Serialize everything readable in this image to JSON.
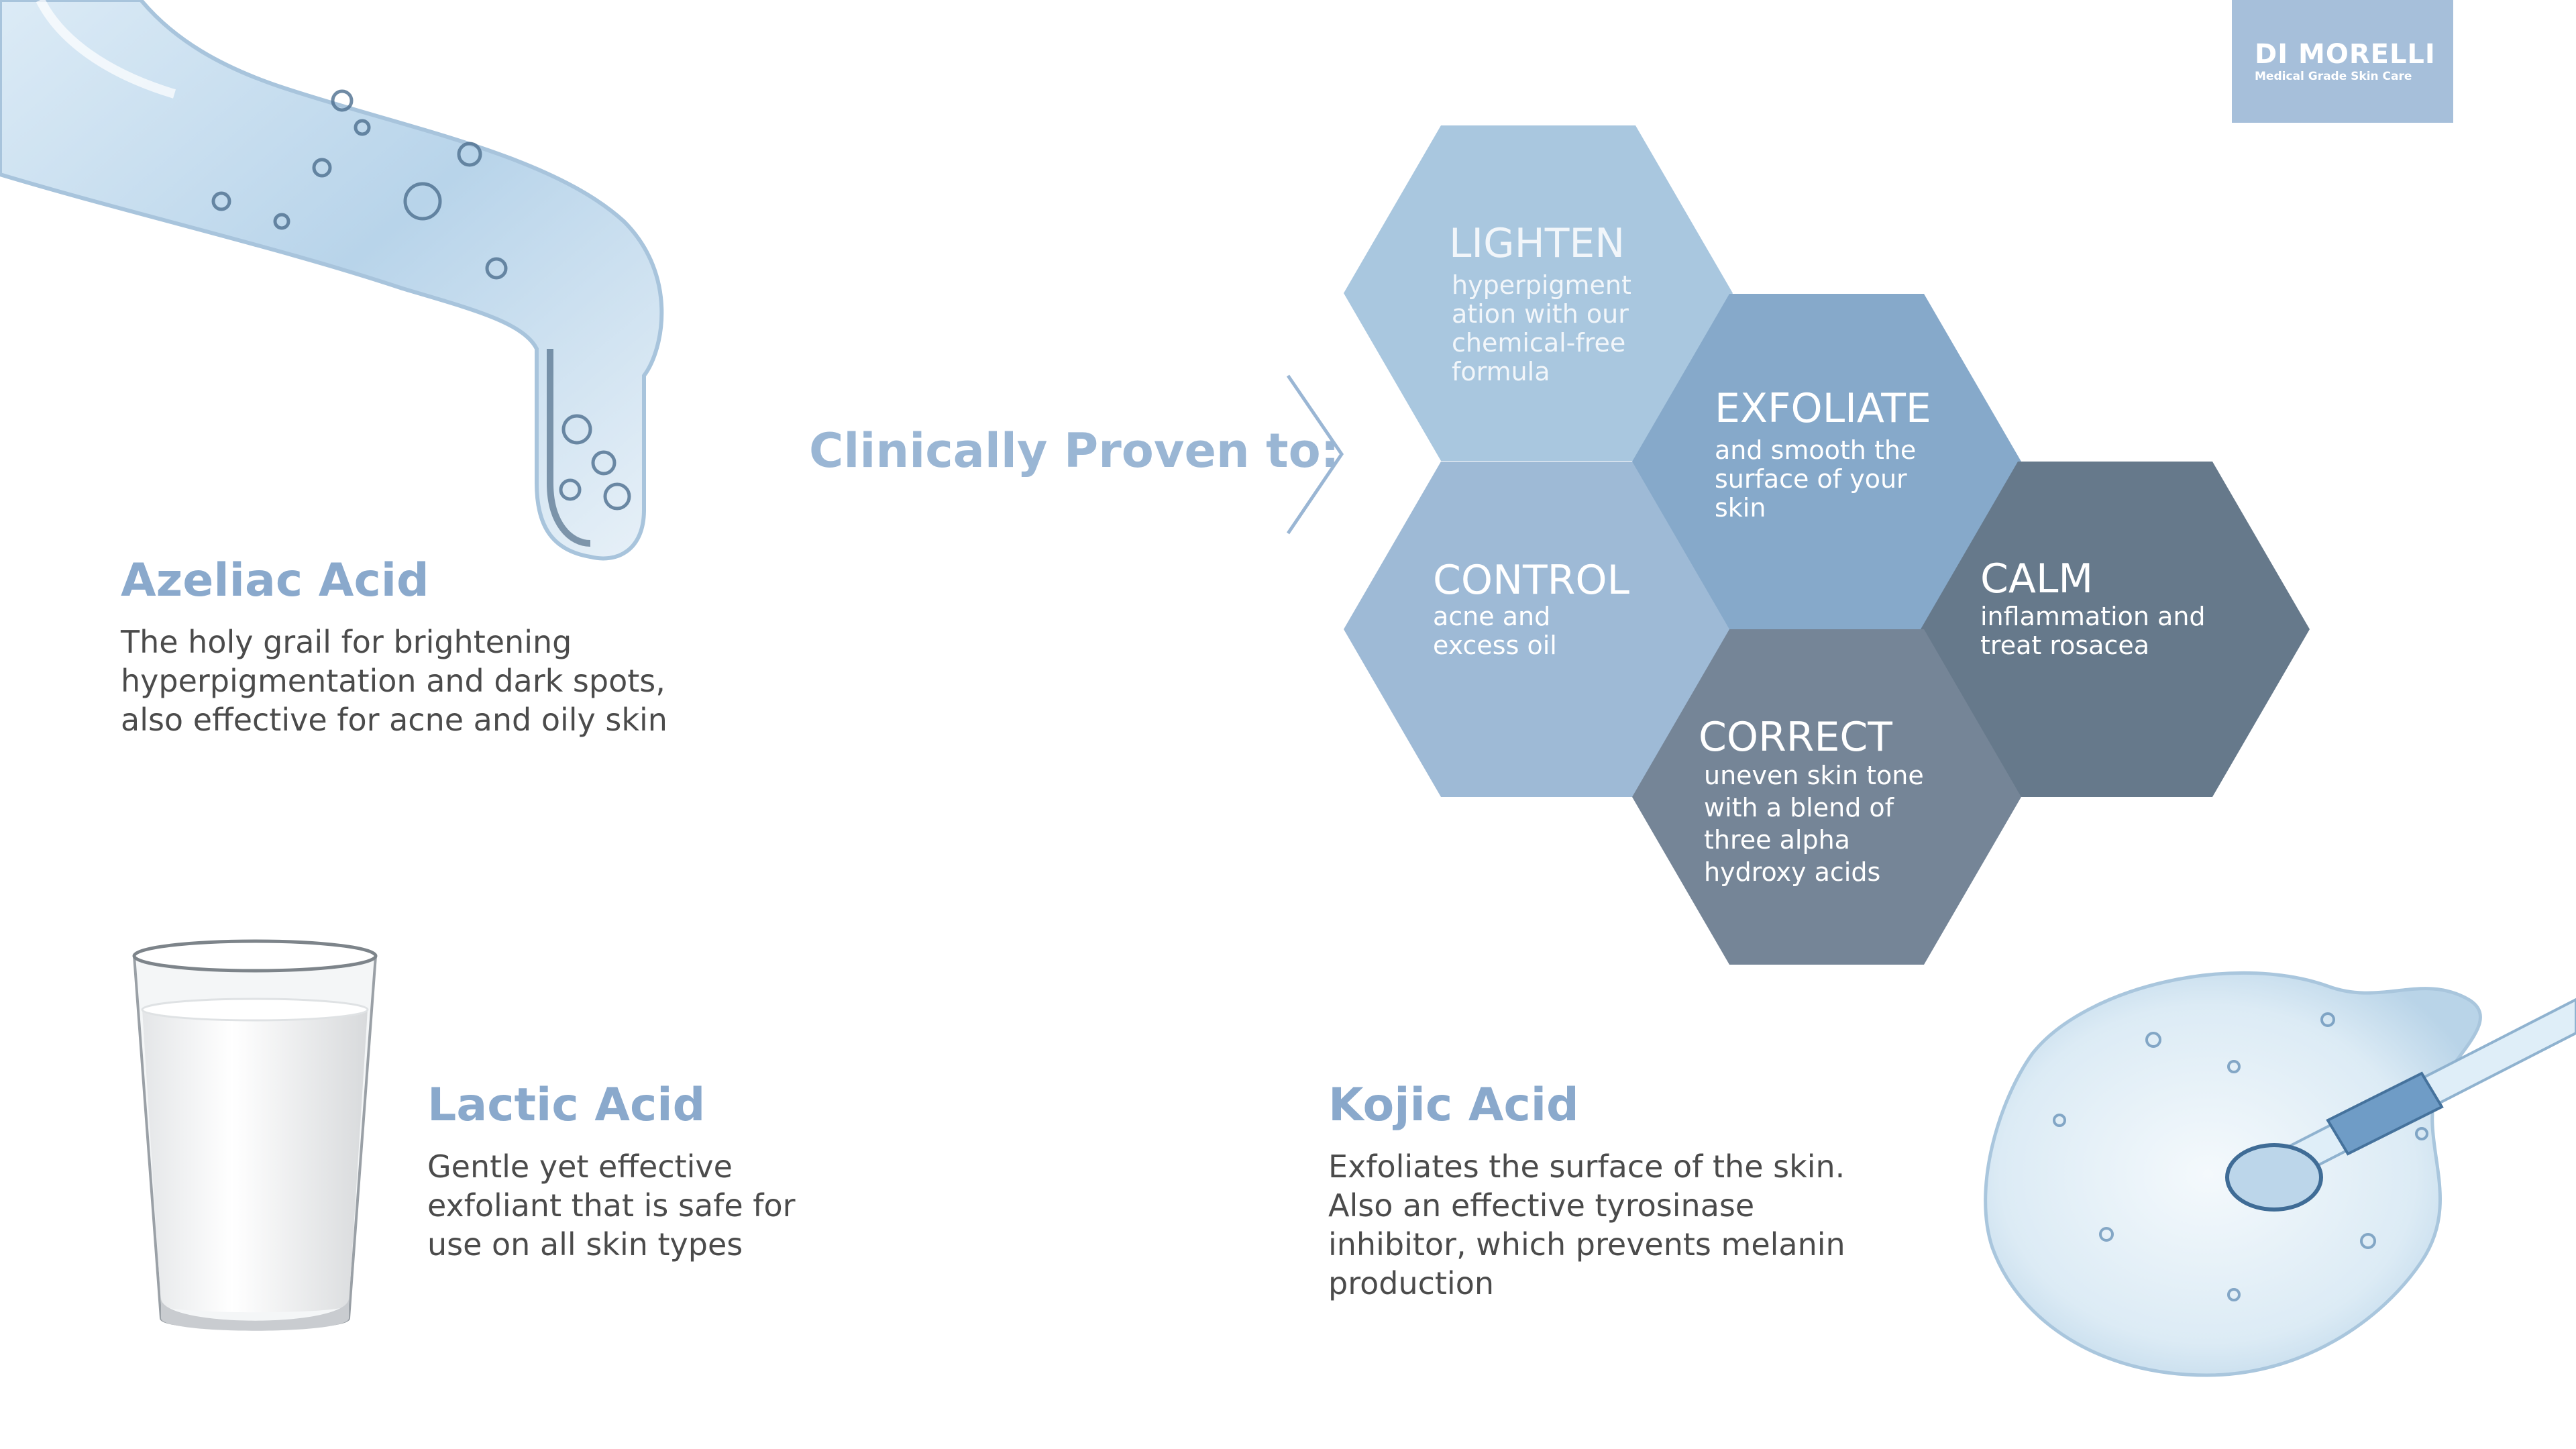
{
  "brand": {
    "name": "DI MORELLI",
    "tagline": "Medical Grade Skin Care",
    "color": "#a6bfda"
  },
  "ingredients": [
    {
      "name": "Azeliac Acid",
      "description_lines": [
        "The holy grail for brightening",
        "hyperpigmentation and dark spots,",
        "also effective for acne and oily skin"
      ],
      "icon": "serum-dropper-image"
    },
    {
      "name": "Lactic Acid",
      "description_lines": [
        "Gentle yet effective",
        "exfoliant that is safe for",
        "use on all skin types"
      ],
      "icon": "milk-glass-image"
    },
    {
      "name": "Kojic Acid",
      "description_lines": [
        "Exfoliates the surface of the skin.",
        "Also an effective tyrosinase",
        "inhibitor, which prevents melanin",
        "production"
      ],
      "icon": "gel-pipette-image"
    }
  ],
  "proven": {
    "title": "Clinically Proven to:",
    "icon": "chevron-right-icon"
  },
  "benefits": [
    {
      "title": "LIGHTEN",
      "lines": [
        "hyperpigment",
        "ation with our",
        "chemical-free",
        "formula"
      ],
      "color": "#a9c7df"
    },
    {
      "title": "EXFOLIATE",
      "lines": [
        "and smooth the",
        "surface of your",
        "skin"
      ],
      "color": "#86a9ca"
    },
    {
      "title": "CONTROL",
      "lines": [
        "acne and",
        "excess oil"
      ],
      "color": "#9ebad6"
    },
    {
      "title": "CALM",
      "lines": [
        "inflammation and",
        "treat rosacea"
      ],
      "color": "#66798b"
    },
    {
      "title": "CORRECT",
      "lines": [
        "uneven skin tone",
        "with a blend of",
        "three alpha",
        "hydroxy acids"
      ],
      "color": "#758597"
    }
  ],
  "colors": {
    "accent_title": "#8aa9cc",
    "body_text": "#4b4b4b"
  }
}
